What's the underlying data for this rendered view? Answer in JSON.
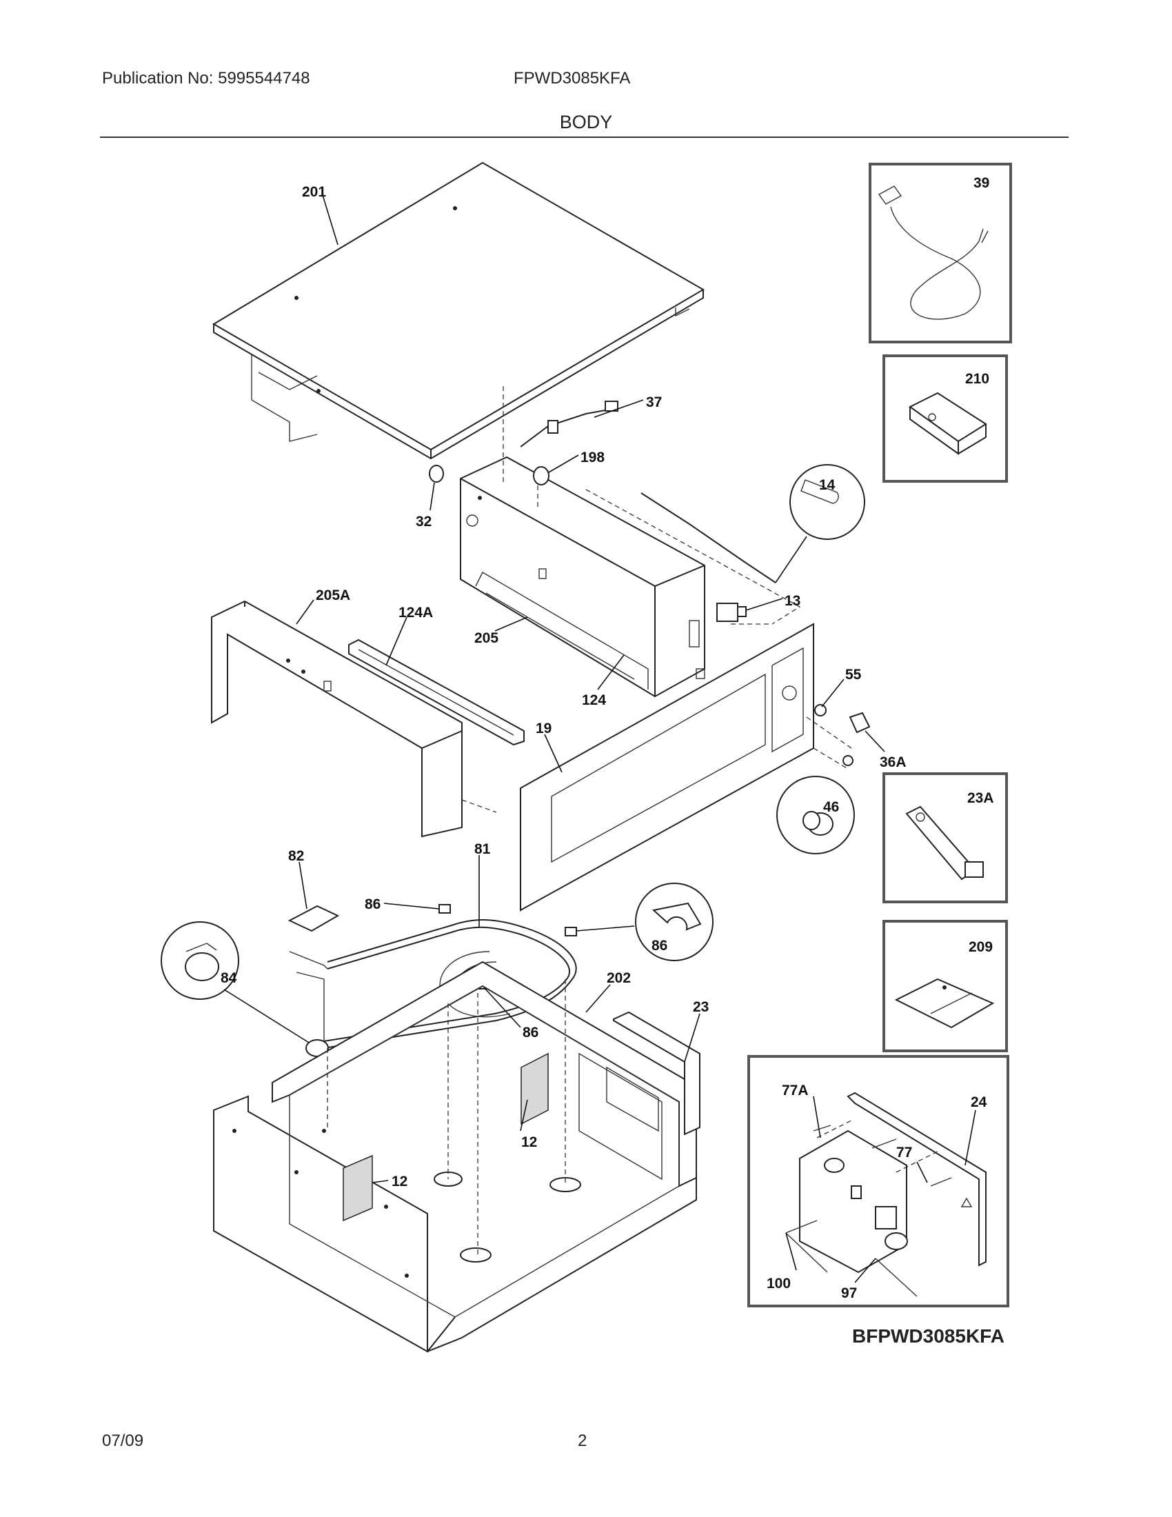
{
  "header": {
    "publication": "Publication No: 5995544748",
    "model": "FPWD3085KFA",
    "section_title": "BODY"
  },
  "footer": {
    "date": "07/09",
    "page": "2"
  },
  "diagram_code": "BFPWD3085KFA",
  "callouts": {
    "c201": "201",
    "c39": "39",
    "c210": "210",
    "c37": "37",
    "c198": "198",
    "c32": "32",
    "c14": "14",
    "c205A": "205A",
    "c124A": "124A",
    "c205": "205",
    "c13": "13",
    "c124": "124",
    "c55": "55",
    "c19": "19",
    "c36A": "36A",
    "c46": "46",
    "c23A": "23A",
    "c82": "82",
    "c81": "81",
    "c86a": "86",
    "c86b": "86",
    "c86c": "86",
    "c84": "84",
    "c202": "202",
    "c23": "23",
    "c209": "209",
    "c12a": "12",
    "c12b": "12",
    "c77A": "77A",
    "c24": "24",
    "c77": "77",
    "c100": "100",
    "c97": "97"
  }
}
